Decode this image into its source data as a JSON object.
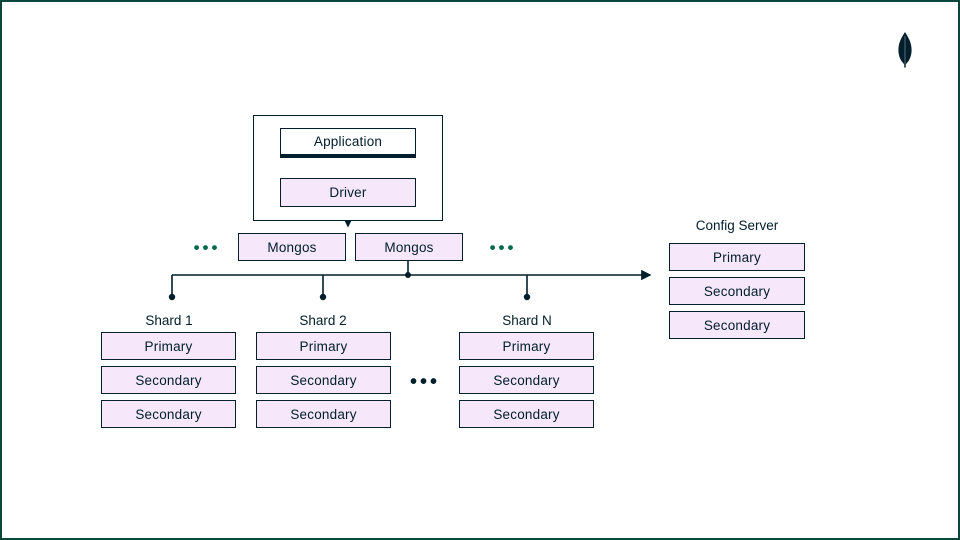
{
  "page": {
    "background": "#ffffff",
    "frame_color": "#0b463c"
  },
  "colors": {
    "node_fill": "#F6E7FB",
    "border": "#001E2B",
    "accent_green": "#00684A"
  },
  "logo": {
    "name": "mongodb-leaf",
    "color": "#001E2B"
  },
  "app_group": {
    "application_label": "Application",
    "driver_label": "Driver"
  },
  "mongos": {
    "left_dots": "•••",
    "items": [
      "Mongos",
      "Mongos"
    ],
    "right_dots": "•••"
  },
  "shards": [
    {
      "label": "Shard 1",
      "nodes": [
        "Primary",
        "Secondary",
        "Secondary"
      ]
    },
    {
      "label": "Shard 2",
      "nodes": [
        "Primary",
        "Secondary",
        "Secondary"
      ]
    },
    {
      "label": "Shard N",
      "nodes": [
        "Primary",
        "Secondary",
        "Secondary"
      ]
    }
  ],
  "shards_ellipsis": "•••",
  "config_server": {
    "label": "Config Server",
    "nodes": [
      "Primary",
      "Secondary",
      "Secondary"
    ]
  }
}
